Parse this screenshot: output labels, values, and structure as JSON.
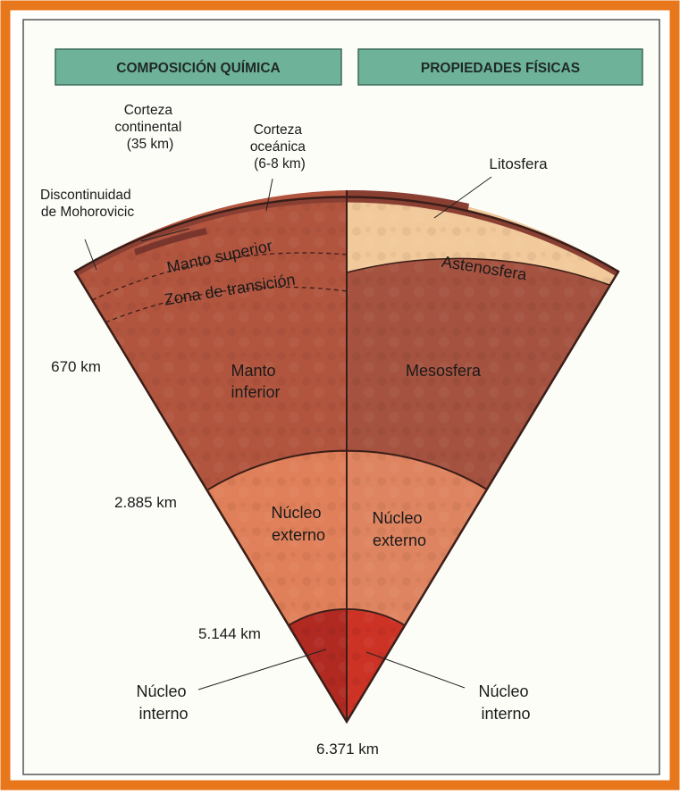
{
  "headers": {
    "left": "COMPOSICIÓN QUÍMICA",
    "right": "PROPIEDADES FÍSICAS"
  },
  "labels": {
    "continental_crust": [
      "Corteza",
      "continental",
      "(35 km)"
    ],
    "oceanic_crust": [
      "Corteza",
      "oceánica",
      "(6-8 km)"
    ],
    "moho": [
      "Discontinuidad",
      "de Mohorovicic"
    ],
    "lithosphere": "Litosfera",
    "upper_mantle": "Manto superior",
    "transition_zone": "Zona de transición",
    "asthenosphere": "Astenosfera",
    "lower_mantle": [
      "Manto",
      "inferior"
    ],
    "mesosphere": "Mesosfera",
    "outer_core_left": [
      "Núcleo",
      "externo"
    ],
    "outer_core_right": [
      "Núcleo",
      "externo"
    ],
    "inner_core_left": [
      "Núcleo",
      "interno"
    ],
    "inner_core_right": [
      "Núcleo",
      "interno"
    ]
  },
  "depths": {
    "d670": "670 km",
    "d2885": "2.885 km",
    "d5144": "5.144 km",
    "d6371": "6.371 km"
  },
  "colors": {
    "frame": "#e8761a",
    "header_bg": "#6fb29a",
    "mantle": "#b2553f",
    "mantle_dark": "#9c4a36",
    "asthenosphere": "#f1c99a",
    "outer_core": "#e0805a",
    "inner_core_left": "#b02a22",
    "inner_core_right": "#cc3325",
    "crust": "#8a3f33",
    "line": "#3a1e18"
  }
}
